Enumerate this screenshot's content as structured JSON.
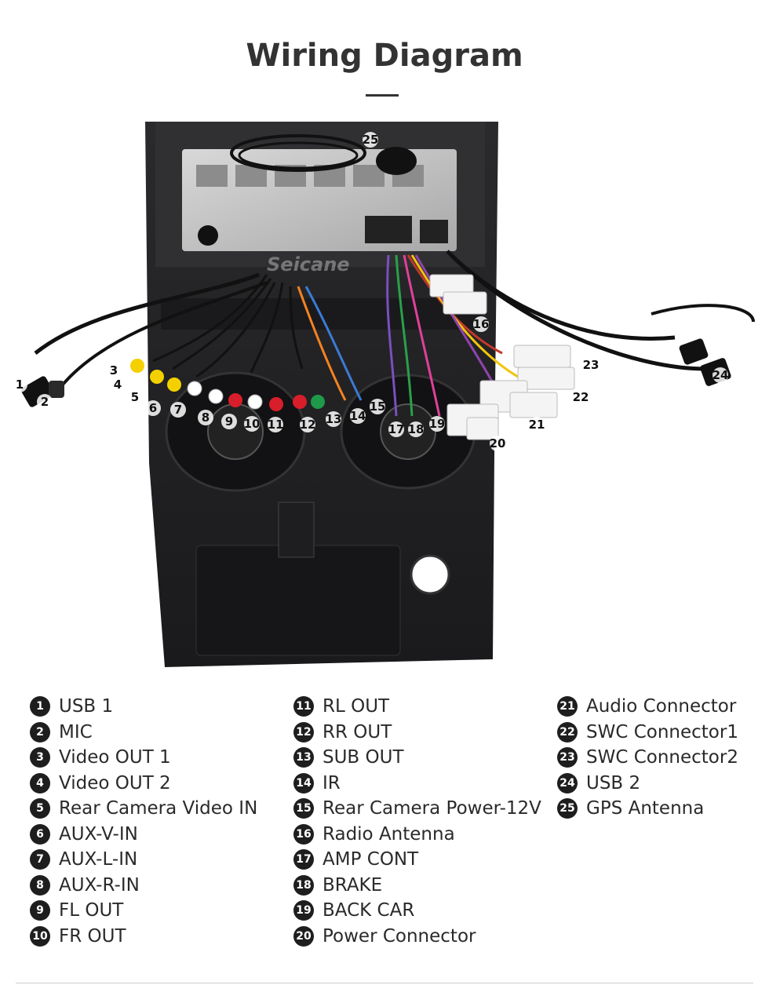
{
  "page": {
    "title": "Wiring Diagram"
  },
  "watermark": "Seicane",
  "legend": {
    "columns": [
      [
        {
          "n": "1",
          "label": "USB 1"
        },
        {
          "n": "2",
          "label": "MIC"
        },
        {
          "n": "3",
          "label": "Video OUT 1"
        },
        {
          "n": "4",
          "label": "Video OUT 2"
        },
        {
          "n": "5",
          "label": "Rear Camera Video IN"
        },
        {
          "n": "6",
          "label": "AUX-V-IN"
        },
        {
          "n": "7",
          "label": "AUX-L-IN"
        },
        {
          "n": "8",
          "label": "AUX-R-IN"
        },
        {
          "n": "9",
          "label": "FL OUT"
        },
        {
          "n": "10",
          "label": "FR OUT"
        }
      ],
      [
        {
          "n": "11",
          "label": "RL OUT"
        },
        {
          "n": "12",
          "label": "RR OUT"
        },
        {
          "n": "13",
          "label": "SUB OUT"
        },
        {
          "n": "14",
          "label": "IR"
        },
        {
          "n": "15",
          "label": "Rear Camera Power-12V"
        },
        {
          "n": "16",
          "label": "Radio Antenna"
        },
        {
          "n": "17",
          "label": "AMP CONT"
        },
        {
          "n": "18",
          "label": "BRAKE"
        },
        {
          "n": "19",
          "label": "BACK CAR"
        },
        {
          "n": "20",
          "label": "Power Connector"
        }
      ],
      [
        {
          "n": "21",
          "label": "Audio Connector"
        },
        {
          "n": "22",
          "label": "SWC Connector1"
        },
        {
          "n": "23",
          "label": "SWC Connector2"
        },
        {
          "n": "24",
          "label": "USB 2"
        },
        {
          "n": "25",
          "label": "GPS Antenna"
        }
      ]
    ]
  },
  "callouts": [
    "1",
    "2",
    "3",
    "4",
    "5",
    "6",
    "7",
    "8",
    "9",
    "10",
    "11",
    "12",
    "13",
    "14",
    "15",
    "16",
    "17",
    "18",
    "19",
    "20",
    "21",
    "22",
    "23",
    "24",
    "25"
  ]
}
